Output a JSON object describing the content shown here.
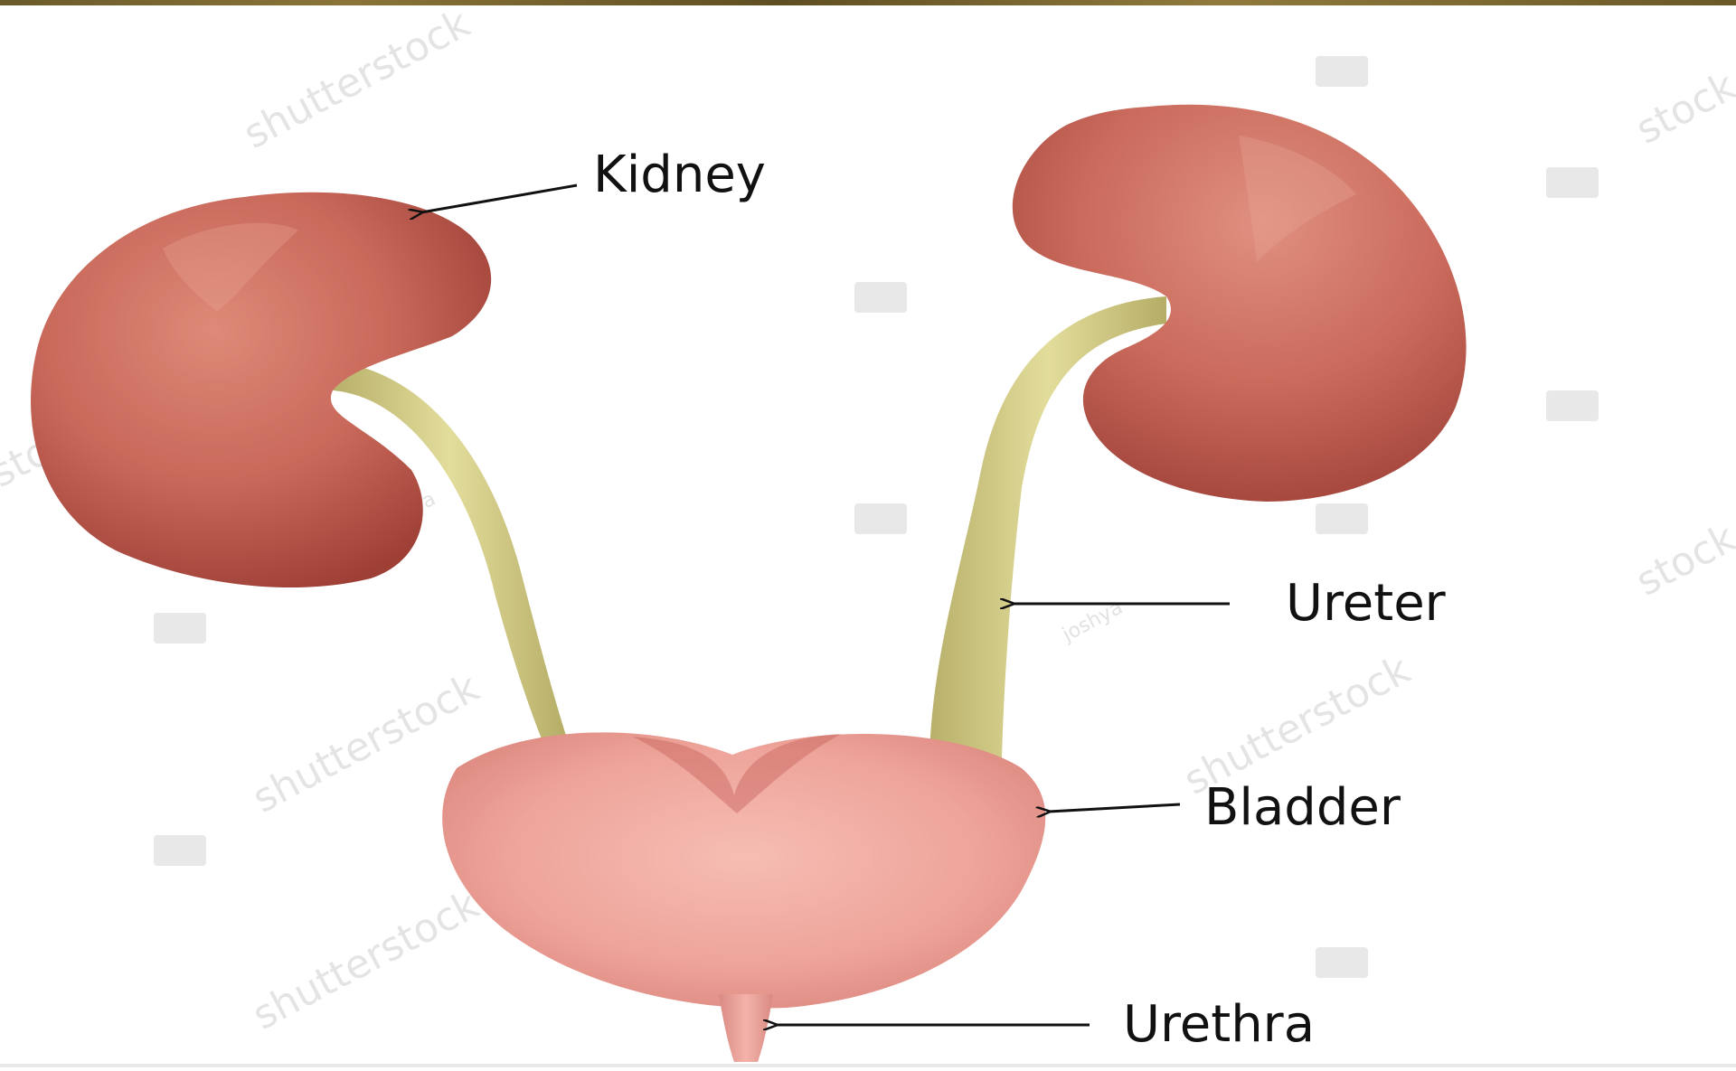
{
  "diagram": {
    "labels": {
      "kidney": "Kidney",
      "ureter": "Ureter",
      "bladder": "Bladder",
      "urethra": "Urethra"
    },
    "colors": {
      "kidney": "#b9574a",
      "kidney_highlight": "#de8a78",
      "ureter": "#d8d28e",
      "ureter_shade": "#b8b06a",
      "bladder": "#eea49a",
      "bladder_shade": "#cf6e66",
      "text": "#111111"
    }
  },
  "watermark": {
    "brand": "shutterstock",
    "brand_partial": "stock",
    "author": "joshya"
  }
}
